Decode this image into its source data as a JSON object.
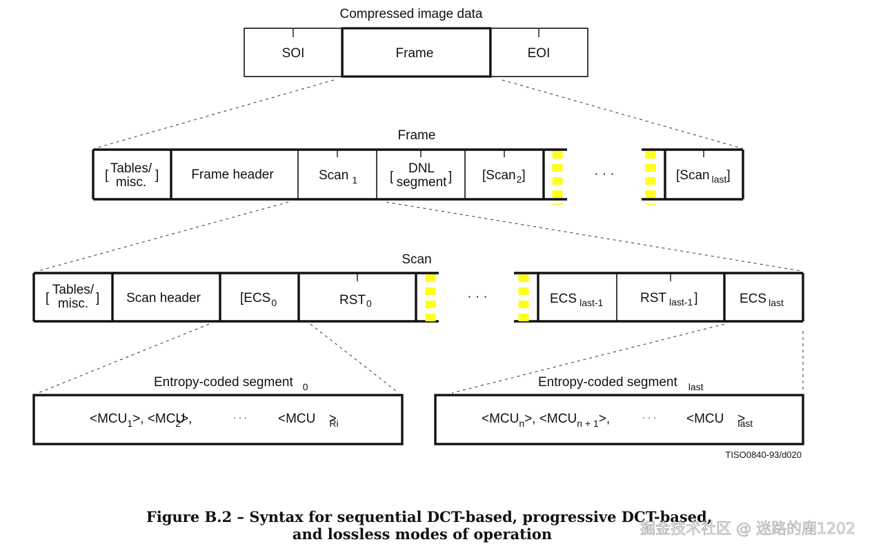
{
  "colors": {
    "marker": "#ffff1a",
    "stroke": "#111111",
    "watermark": "#ffffff"
  },
  "row1": {
    "title": "Compressed image data",
    "soi": "SOI",
    "frame": "Frame",
    "eoi": "EOI"
  },
  "row2": {
    "title": "Frame",
    "tables_bracket_open": "[",
    "tables_line1": "Tables/",
    "tables_line2": "misc.",
    "tables_bracket_close": "]",
    "frame_header": "Frame header",
    "scan1": "Scan",
    "scan1_sub": "1",
    "dnl_bracket_open": "[",
    "dnl_line1": "DNL",
    "dnl_line2": "segment",
    "dnl_bracket_close": "]",
    "scan2": "[Scan",
    "scan2_sub": "2",
    "scan2_close": "]",
    "ellipsis": "· · ·",
    "scanlast": "[Scan",
    "scanlast_sub": "last",
    "scanlast_close": "]"
  },
  "row3": {
    "title": "Scan",
    "tables_bracket_open": "[",
    "tables_line1": "Tables/",
    "tables_line2": "misc.",
    "tables_bracket_close": "]",
    "scan_header": "Scan header",
    "ecs0": "[ECS",
    "ecs0_sub": "0",
    "rst0": "RST",
    "rst0_sub": "0",
    "ellipsis": "· · ·",
    "ecs_last1": "ECS",
    "ecs_last1_sub": "last-1",
    "rst_last1": "RST",
    "rst_last1_sub": "last-1",
    "rst_last1_close": "]",
    "ecs_last": "ECS",
    "ecs_last_sub": "last"
  },
  "row4": {
    "left_title": "Entropy-coded segment",
    "left_title_sub": "0",
    "left_a": "<MCU",
    "left_a_sub": "1",
    "left_b": ">, <MCU",
    "left_b_sub": "2",
    "left_c": ">,",
    "left_dots": "· · ·",
    "left_d": "<MCU",
    "left_d_sub": "Ri",
    "left_e": ">",
    "right_title": "Entropy-coded segment",
    "right_title_sub": "last",
    "right_a": "<MCU",
    "right_a_sub": "n",
    "right_b": ">, <MCU",
    "right_b_sub": "n + 1",
    "right_c": ">,",
    "right_dots": "· · ·",
    "right_d": "<MCU",
    "right_d_sub": "last",
    "right_e": ">"
  },
  "figure_id": "TISO0840-93/d020",
  "caption_line1": "Figure B.2 – Syntax for sequential DCT-based, progressive DCT-based,",
  "caption_line2": "and lossless modes of operation",
  "watermark": "掘金技术社区 @ 迷路的鹿1202"
}
